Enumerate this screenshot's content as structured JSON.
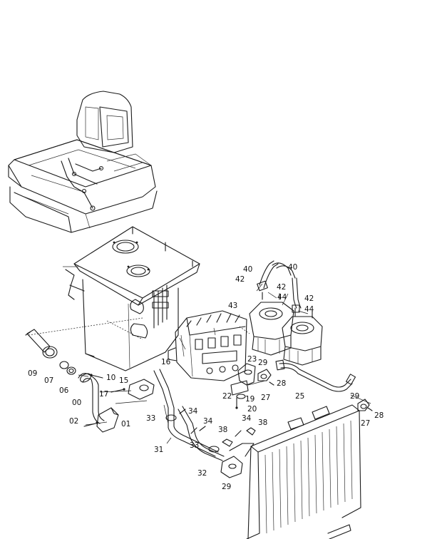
{
  "diagram": {
    "part_labels": [
      {
        "id": "p40a",
        "text": "40"
      },
      {
        "id": "p40b",
        "text": "40"
      },
      {
        "id": "p42a",
        "text": "42"
      },
      {
        "id": "p42b",
        "text": "42"
      },
      {
        "id": "p42c",
        "text": "42"
      },
      {
        "id": "p44a",
        "text": "44"
      },
      {
        "id": "p44b",
        "text": "44"
      },
      {
        "id": "p43",
        "text": "43"
      },
      {
        "id": "p23",
        "text": "23"
      },
      {
        "id": "p29a",
        "text": "29"
      },
      {
        "id": "p29b",
        "text": "29"
      },
      {
        "id": "p29c",
        "text": "29"
      },
      {
        "id": "p28a",
        "text": "28"
      },
      {
        "id": "p28b",
        "text": "28"
      },
      {
        "id": "p27a",
        "text": "27"
      },
      {
        "id": "p27b",
        "text": "27"
      },
      {
        "id": "p25",
        "text": "25"
      },
      {
        "id": "p22",
        "text": "22"
      },
      {
        "id": "p19",
        "text": "19"
      },
      {
        "id": "p20",
        "text": "20"
      },
      {
        "id": "p16",
        "text": "16"
      },
      {
        "id": "p15",
        "text": "15"
      },
      {
        "id": "p10",
        "text": "10"
      },
      {
        "id": "p09",
        "text": "09"
      },
      {
        "id": "p07",
        "text": "07"
      },
      {
        "id": "p06",
        "text": "06"
      },
      {
        "id": "p00",
        "text": "00"
      },
      {
        "id": "p17",
        "text": "17"
      },
      {
        "id": "p02",
        "text": "02"
      },
      {
        "id": "p01",
        "text": "01"
      },
      {
        "id": "p33a",
        "text": "33"
      },
      {
        "id": "p33b",
        "text": "33"
      },
      {
        "id": "p34a",
        "text": "34"
      },
      {
        "id": "p34b",
        "text": "34"
      },
      {
        "id": "p34c",
        "text": "34"
      },
      {
        "id": "p31",
        "text": "31"
      },
      {
        "id": "p32",
        "text": "32"
      },
      {
        "id": "p38a",
        "text": "38"
      },
      {
        "id": "p38b",
        "text": "38"
      }
    ]
  }
}
